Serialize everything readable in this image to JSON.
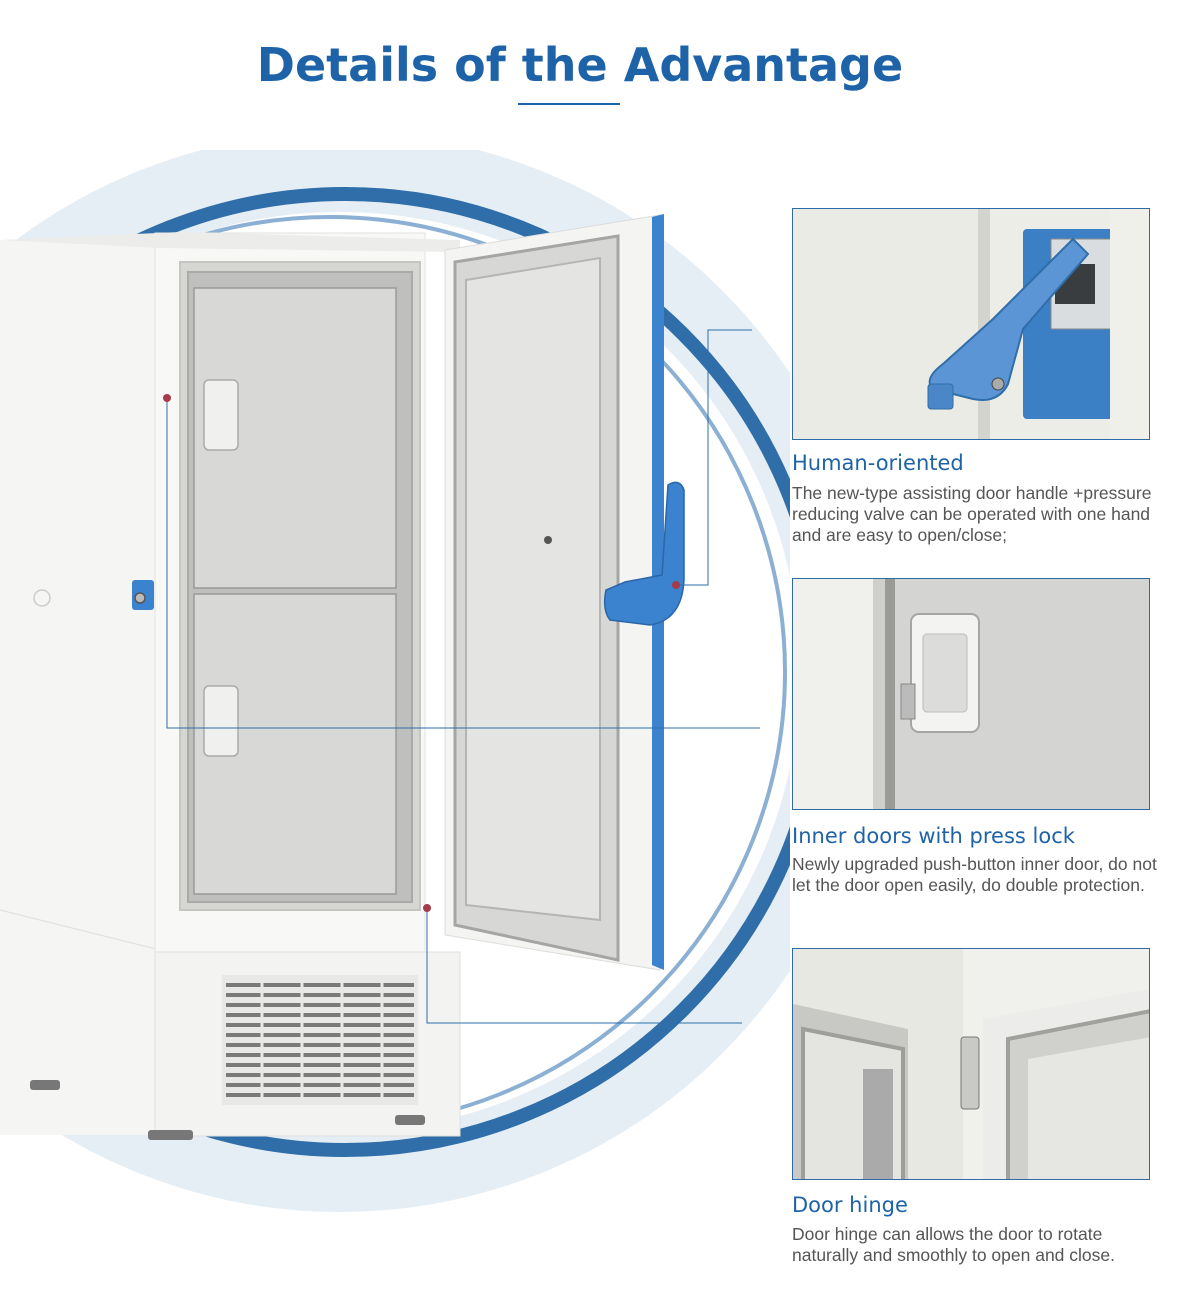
{
  "header": {
    "title": "Details of the Advantage"
  },
  "colors": {
    "accent": "#1e63a8",
    "handle": "#3b82cf",
    "ring": "#2f6ea8",
    "text": "#555555"
  },
  "features": [
    {
      "title": "Human-oriented",
      "description": "The new-type assisting door handle +pressure reducing valve can be operated with one hand and are easy to open/close;",
      "image_icon": "door-handle-closeup"
    },
    {
      "title": "Inner doors with press lock",
      "description": "Newly upgraded push-button inner door, do not let the door open easily, do double protection.",
      "image_icon": "inner-door-lock-closeup"
    },
    {
      "title": "Door hinge",
      "description": "Door hinge can allows the door to rotate naturally and smoothly to open and close.",
      "image_icon": "door-hinge-closeup"
    }
  ]
}
